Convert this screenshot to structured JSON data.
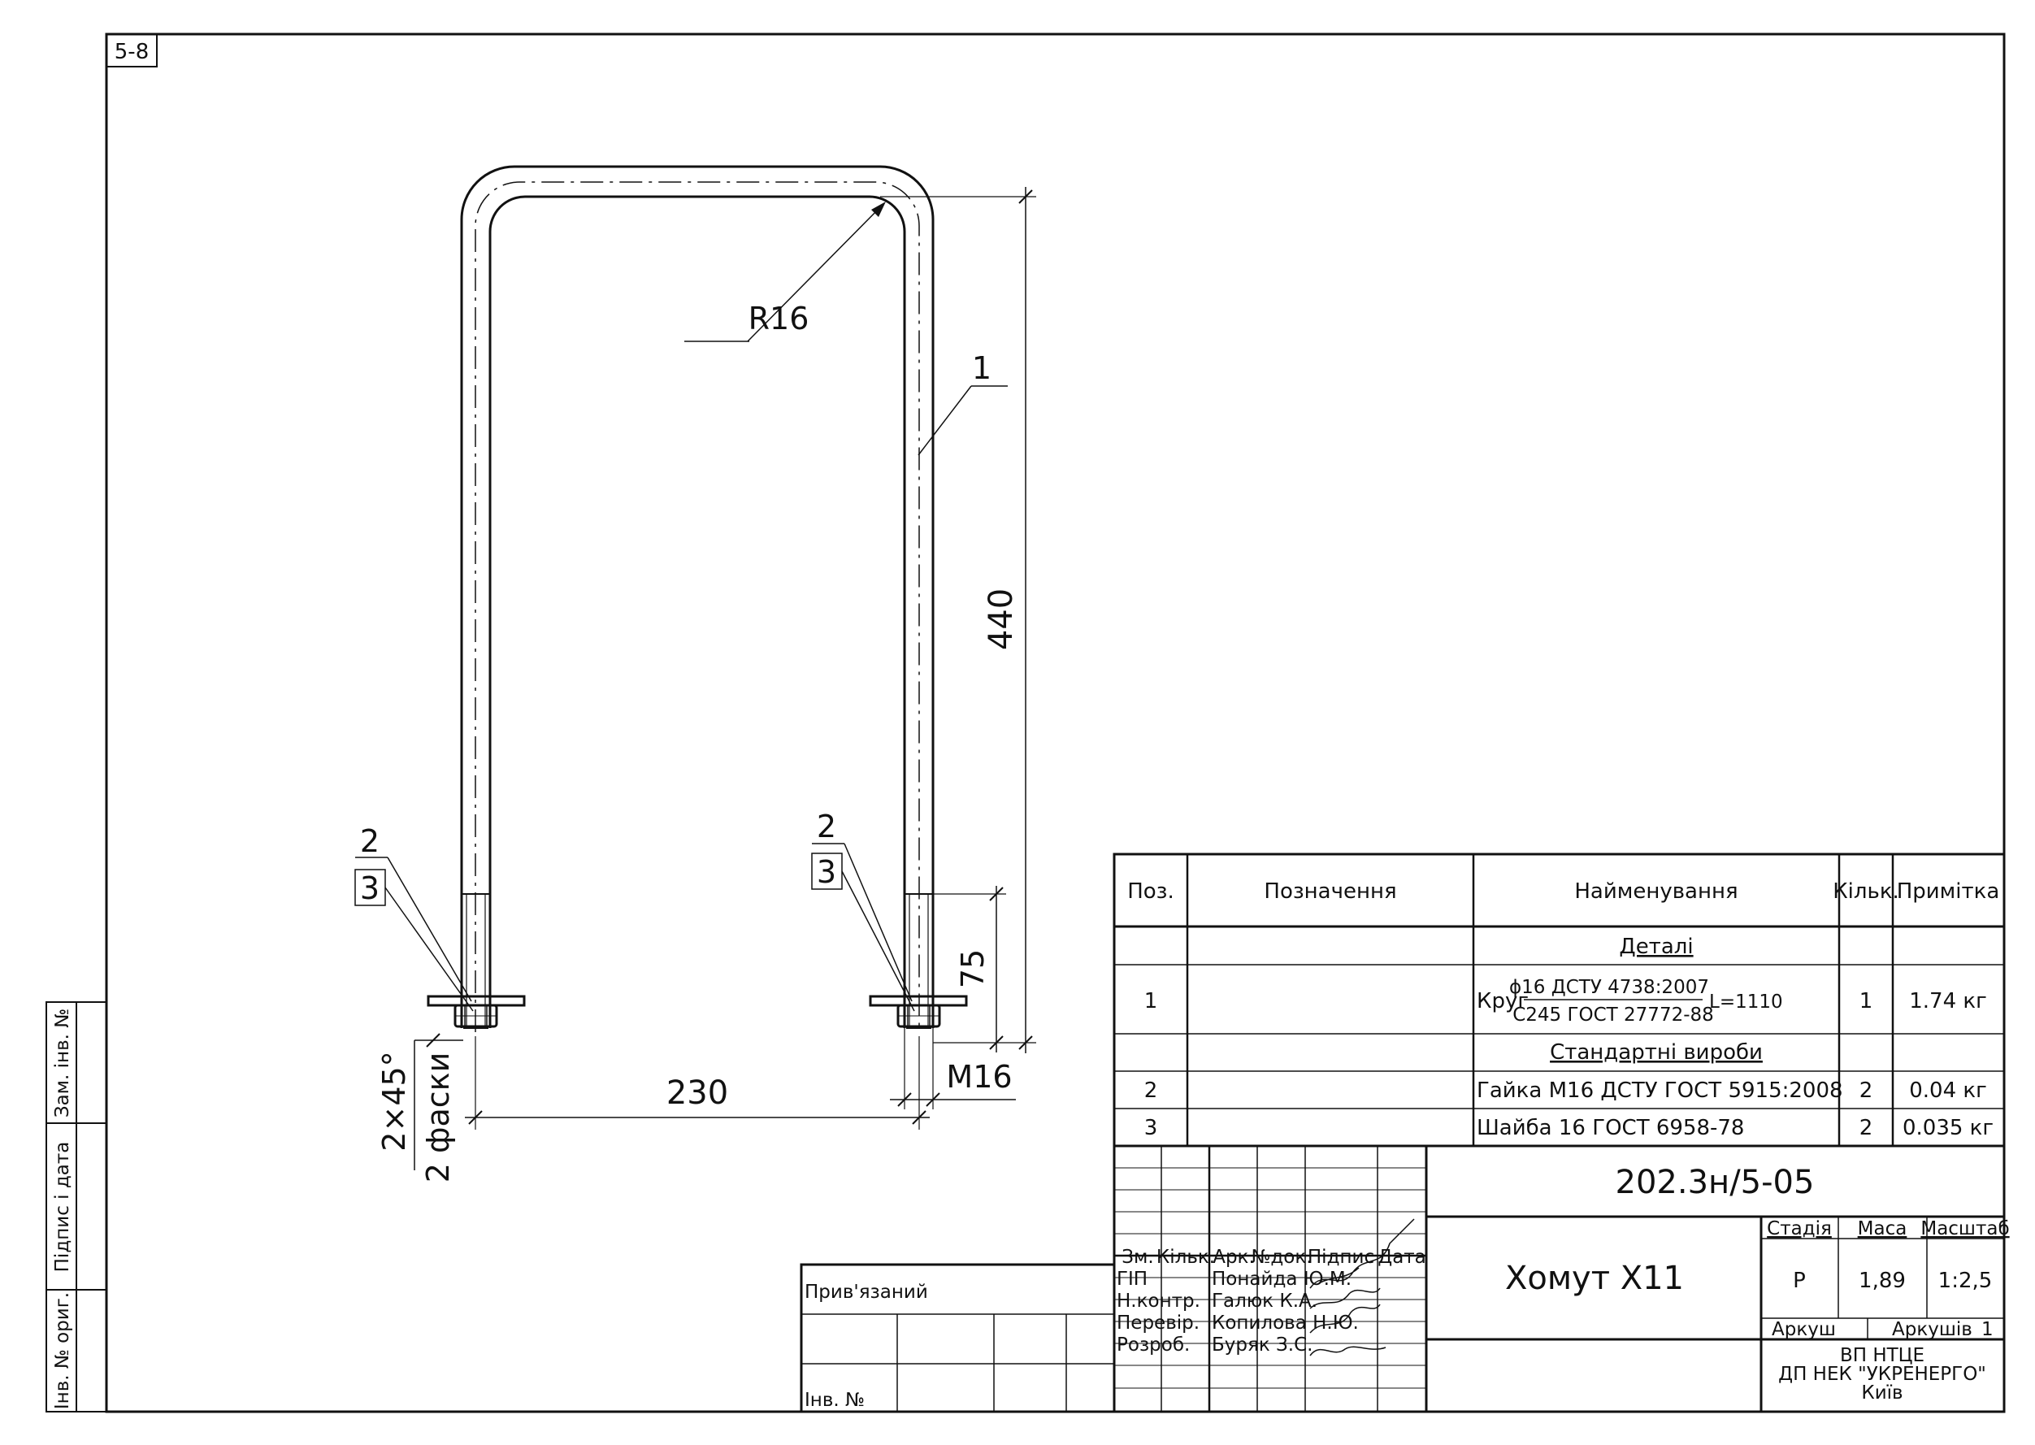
{
  "sheet_number": "5-8",
  "part_labels": {
    "left_top": "2",
    "left_bottom": "3",
    "right_top": "2",
    "right_bottom": "3",
    "part_1": "1"
  },
  "dimensions": {
    "radius": "R16",
    "height": "440",
    "thread_length": "75",
    "width": "230",
    "thread": "M16",
    "chamfer_a": "2×45°",
    "chamfer_b": "2 фаски"
  },
  "spec_table": {
    "headers": {
      "pos": "Поз.",
      "designation": "Позначення",
      "name": "Найменування",
      "qty": "Кільк.",
      "note": "Примітка"
    },
    "section_details": "Деталі",
    "section_standard": "Стандартні вироби",
    "rows": [
      {
        "pos": "1",
        "name_prefix": "Круг",
        "name_top": "ϕ16 ДСТУ 4738:2007",
        "name_bottom": "С245 ГОСТ 27772-88",
        "name_suffix": "L=1110",
        "qty": "1",
        "note": "1.74 кг"
      },
      {
        "pos": "2",
        "name": "Гайка М16 ДСТУ ГОСТ 5915:2008",
        "qty": "2",
        "note": "0.04 кг"
      },
      {
        "pos": "3",
        "name": "Шайба 16 ГОСТ 6958-78",
        "qty": "2",
        "note": "0.035 кг"
      }
    ]
  },
  "title_block": {
    "doc_code": "202.3н/5-05",
    "title": "Хомут Х11",
    "headers": {
      "zm": "Зм.",
      "kilk": "Кільк.",
      "ark": "Арк.",
      "ndok": "№док.",
      "pidpys": "Підпис",
      "data": "Дата"
    },
    "people": [
      {
        "role": "ГІП",
        "name": "Понайда Ю.М."
      },
      {
        "role": "Н.контр.",
        "name": "Галюк К.А."
      },
      {
        "role": "Перевір.",
        "name": "Копилова Н.Ю."
      },
      {
        "role": "Розроб.",
        "name": "Буряк З.С."
      }
    ],
    "stage_label": "Стадія",
    "mass_label": "Маса",
    "scale_label": "Масштаб",
    "stage": "Р",
    "mass": "1,89",
    "scale": "1:2,5",
    "sheet_label": "Аркуш",
    "sheets_label": "Аркушів",
    "sheets_count": "1",
    "org_line1": "ВП НТЦЕ",
    "org_line2": "ДП НЕК \"УКРЕНЕРГО\"",
    "org_line3": "Київ",
    "pryviazanyi": "Прив'язаний",
    "inv_no_bottom": "Інв. №"
  },
  "side_stamps": {
    "zam_inv": "Зам. інв. №",
    "pidpys_data": "Підпис і дата",
    "inv_orig": "Інв. № ориг."
  }
}
